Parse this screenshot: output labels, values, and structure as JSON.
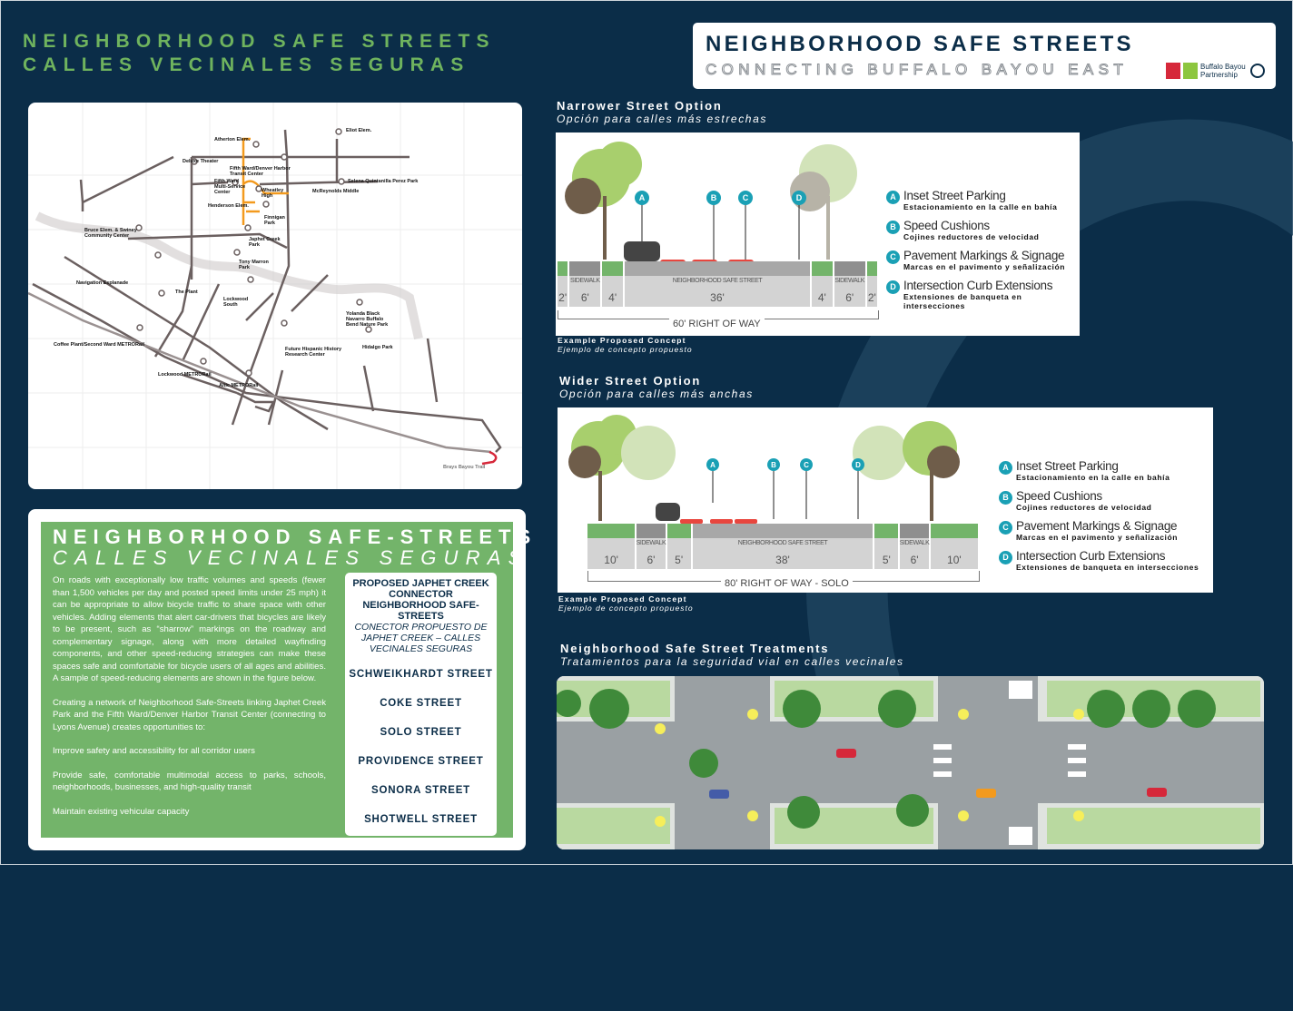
{
  "title_left": {
    "line1": "NEIGHBORHOOD SAFE STREETS",
    "line2": "CALLES VECINALES SEGURAS"
  },
  "header": {
    "title": "NEIGHBORHOOD SAFE STREETS",
    "subtitle": "CONNECTING BUFFALO BAYOU EAST",
    "partner": "Buffalo Bayou Partnership"
  },
  "map": {
    "labels": [
      "Atherton Elem.",
      "Deluxe Theater",
      "Fifth Ward/Denver Harbor Transit Center",
      "Eliot Elem.",
      "Fifth Ward Multi-Service Center",
      "Wheatley High",
      "Selena Quintanilla Perez Park",
      "McReynolds Middle",
      "Henderson Elem.",
      "Finnigan Park",
      "Bruce Elem. & Swiney Community Center",
      "Japhet Creek Park",
      "Tony Marron Park",
      "Navigation Esplanade",
      "The Plant",
      "Lockwood South",
      "Yolanda Black Navarro Buffalo Bend Nature Park",
      "Hidalgo Park",
      "Future Hispanic History Research Center",
      "Coffee Plant/Second Ward METRORail",
      "Lockwood METRORail",
      "Altic METRORail",
      "Brays Bayou Trail"
    ]
  },
  "green_panel": {
    "title": "NEIGHBORHOOD SAFE-STREETS",
    "subtitle": "CALLES VECINALES SEGURAS",
    "paragraphs": [
      "On roads with exceptionally low traffic volumes and speeds (fewer than 1,500 vehicles per day and posted speed limits under 25 mph) it can be appropriate to allow bicycle traffic to share space with other vehicles. Adding elements that alert car-drivers that bicycles are likely to be present, such as “sharrow” markings on the roadway and complementary signage, along with more detailed wayfinding components, and other speed-reducing strategies can make these spaces safe and comfortable for bicycle users of all ages and abilities. A sample of speed-reducing elements are shown in the figure below.",
      "Creating a network of Neighborhood Safe-Streets linking Japhet Creek Park and the Fifth Ward/Denver Harbor Transit Center (connecting to Lyons Avenue) creates opportunities to:",
      "Improve safety and accessibility for all corridor users",
      "Provide safe, comfortable multimodal access to parks, schools, neighborhoods, businesses, and high-quality transit",
      "Maintain existing vehicular capacity"
    ],
    "streets_box": {
      "heading": "PROPOSED JAPHET CREEK CONNECTOR NEIGHBORHOOD SAFE-STREETS",
      "heading_es": "CONECTOR PROPUESTO DE JAPHET CREEK – CALLES VECINALES SEGURAS",
      "streets": [
        "SCHWEIKHARDT STREET",
        "COKE STREET",
        "SOLO STREET",
        "PROVIDENCE STREET",
        "SONORA STREET",
        "SHOTWELL STREET"
      ]
    }
  },
  "legend": [
    {
      "key": "A",
      "en": "Inset Street Parking",
      "es": "Estacionamiento en la calle en bahía"
    },
    {
      "key": "B",
      "en": "Speed Cushions",
      "es": "Cojines reductores de velocidad"
    },
    {
      "key": "C",
      "en": "Pavement Markings & Signage",
      "es": "Marcas en el pavimento y señalización"
    },
    {
      "key": "D",
      "en": "Intersection Curb Extensions",
      "es": "Extensiones de banqueta en intersecciones"
    }
  ],
  "narrower": {
    "heading": "Narrower Street Option",
    "subheading": "Opción para calles más estrechas",
    "right_of_way": "60' RIGHT OF WAY",
    "caption": "Example Proposed Concept",
    "caption_es": "Ejemplo de concepto propuesto",
    "segments": [
      {
        "feet": 2,
        "label": "2'",
        "name": "",
        "type": "green"
      },
      {
        "feet": 6,
        "label": "6'",
        "name": "SIDEWALK",
        "type": "walk"
      },
      {
        "feet": 4,
        "label": "4'",
        "name": "",
        "type": "green"
      },
      {
        "feet": 36,
        "label": "36'",
        "name": "NEIGHBORHOOD SAFE STREET",
        "type": "road"
      },
      {
        "feet": 4,
        "label": "4'",
        "name": "",
        "type": "green"
      },
      {
        "feet": 6,
        "label": "6'",
        "name": "SIDEWALK",
        "type": "walk"
      },
      {
        "feet": 2,
        "label": "2'",
        "name": "",
        "type": "green"
      }
    ]
  },
  "wider": {
    "heading": "Wider Street Option",
    "subheading": "Opción para calles más anchas",
    "right_of_way": "80' RIGHT OF WAY - SOLO",
    "caption": "Example Proposed Concept",
    "caption_es": "Ejemplo de concepto propuesto",
    "segments": [
      {
        "feet": 10,
        "label": "10'",
        "name": "",
        "type": "green"
      },
      {
        "feet": 6,
        "label": "6'",
        "name": "SIDEWALK",
        "type": "walk"
      },
      {
        "feet": 5,
        "label": "5'",
        "name": "",
        "type": "green"
      },
      {
        "feet": 38,
        "label": "38'",
        "name": "NEIGHBORHOOD SAFE STREET",
        "type": "road"
      },
      {
        "feet": 5,
        "label": "5'",
        "name": "",
        "type": "green"
      },
      {
        "feet": 6,
        "label": "6'",
        "name": "SIDEWALK",
        "type": "walk"
      },
      {
        "feet": 10,
        "label": "10'",
        "name": "",
        "type": "green"
      }
    ]
  },
  "treatments": {
    "heading": "Neighborhood Safe Street Treatments",
    "subheading": "Tratamientos para la seguridad vial en calles vecinales"
  },
  "colors": {
    "navy": "#0b2d48",
    "green": "#73b46a",
    "teal": "#1aa0b5",
    "orange": "#f39a1e",
    "cushion": "#e8463e"
  }
}
